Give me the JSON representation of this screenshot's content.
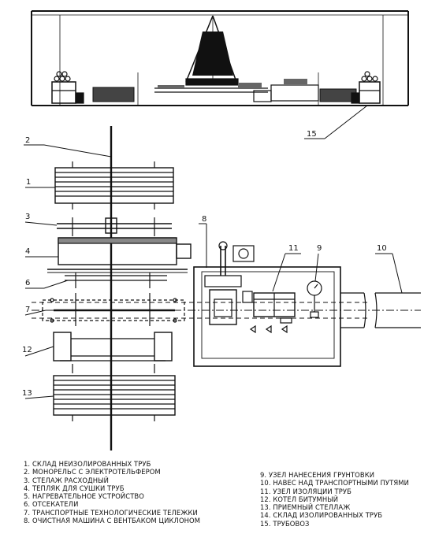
{
  "callouts": {
    "c1": "1",
    "c2": "2",
    "c3": "3",
    "c4": "4",
    "c6": "6",
    "c7": "7",
    "c8": "8",
    "c9": "9",
    "c10": "10",
    "c11": "11",
    "c12": "12",
    "c13": "13",
    "c15": "15"
  },
  "legend": {
    "left": [
      "1. СКЛАД НЕИЗОЛИРОВАННЫХ ТРУБ",
      "2. МОНОРЕЛЬС С ЭЛЕКТРОТЕЛЬФЕРОМ",
      "3. СТЕЛАЖ РАСХОДНЫЙ",
      "4. ТЕПЛЯК ДЛЯ СУШКИ ТРУБ",
      "5. НАГРЕВАТЕЛЬНОЕ УСТРОЙСТВО",
      "6. ОТСЕКАТЕЛИ",
      "7. ТРАНСПОРТНЫЕ ТЕХНОЛОГИЧЕСКИЕ ТЕЛЕЖКИ",
      "8. ОЧИСТНАЯ МАШИНА С ВЕНТБАКОМ ЦИКЛОНОМ"
    ],
    "right": [
      "9. УЗЕЛ НАНЕСЕНИЯ ГРУНТОВКИ",
      "10. НАВЕС НАД ТРАНСПОРТНЫМИ ПУТЯМИ",
      "11. УЗЕЛ ИЗОЛЯЦИИ ТРУБ",
      "12. КОТЕЛ БИТУМНЫЙ",
      "13. ПРИЕМНЫЙ СТЕЛЛАЖ",
      "14. СКЛАД ИЗОЛИРОВАННЫХ ТРУБ",
      "15. ТРУБОВОЗ"
    ]
  }
}
